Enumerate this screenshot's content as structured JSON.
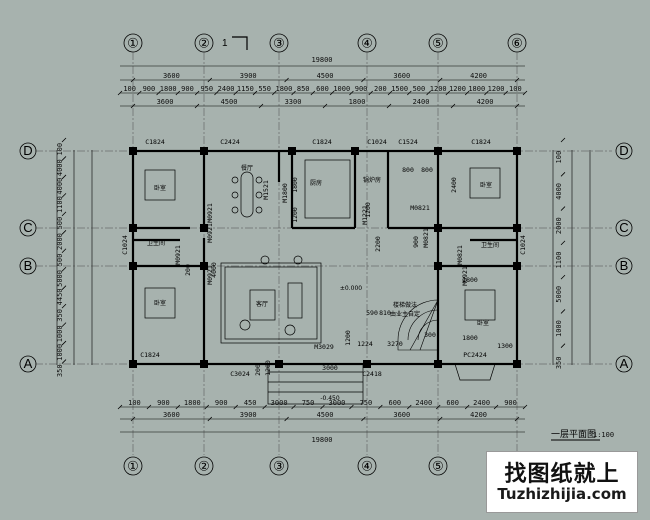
{
  "drawing": {
    "title": "一层平面图",
    "scale": "1:100",
    "section_mark": "1",
    "axes_horizontal": [
      "①",
      "②",
      "③",
      "④",
      "⑤",
      "⑥"
    ],
    "axes_vertical": [
      "D",
      "C",
      "B",
      "A"
    ],
    "total_width": "19800",
    "dims_row1": [
      "3600",
      "3900",
      "4500",
      "3600",
      "4200"
    ],
    "dims_row2": [
      "100",
      "900",
      "1800",
      "900",
      "950",
      "2400",
      "1150",
      "550",
      "1800",
      "850",
      "600",
      "1000",
      "900",
      "200",
      "1500",
      "500",
      "1200",
      "1200",
      "1800",
      "1200",
      "100"
    ],
    "dims_row3": [
      "3600",
      "4500",
      "3300",
      "1800",
      "2400",
      "4200"
    ],
    "dims_bot1": [
      "100",
      "900",
      "1800",
      "900",
      "450",
      "3000",
      "750",
      "3000",
      "750",
      "600",
      "2400",
      "600",
      "2400",
      "900"
    ],
    "dims_bot2": [
      "3600",
      "3900",
      "4500",
      "3600",
      "4200"
    ],
    "dims_left": [
      "100",
      "4000",
      "4000",
      "1100",
      "500",
      "2000",
      "500",
      "5000",
      "4450",
      "350",
      "1000",
      "1000",
      "350"
    ],
    "dims_right": [
      "100",
      "4000",
      "2000",
      "1100",
      "5000",
      "1000",
      "350"
    ],
    "windows": [
      "C1824",
      "C2424",
      "C1824",
      "C1024",
      "C1524",
      "C1824",
      "C1024",
      "C1024",
      "C1824",
      "C3024",
      "C2418",
      "PC2424"
    ],
    "doors": [
      "M1521",
      "M0921",
      "M0921",
      "M1221",
      "M0821",
      "M0821",
      "M0921",
      "M0821",
      "M0921",
      "M3029",
      "M1800",
      "M0921"
    ],
    "rooms": {
      "bedroom_nw": "卧室",
      "dining": "餐厅",
      "kitchen": "厨房",
      "boiler": "锅炉房",
      "bedroom_ne": "卧室",
      "bath_w": "卫生间",
      "bath_e": "卫生间",
      "living": "客厅",
      "bedroom_sw": "卧室",
      "bedroom_se": "卧室"
    },
    "levels": {
      "floor": "±0.000",
      "outdoor": "-0.450"
    },
    "stair_notes": [
      "楼梯做法",
      "由业主自定"
    ],
    "misc_dims": [
      "590",
      "810",
      "1200",
      "2800",
      "1800",
      "1800",
      "1200",
      "1200",
      "2400",
      "2200",
      "300",
      "1300",
      "1224",
      "3270",
      "200",
      "800",
      "800",
      "900",
      "1200",
      "200",
      "4000",
      "3000"
    ]
  },
  "watermark": {
    "cn": "找图纸就上",
    "en": "Tuzhizhijia.com"
  }
}
